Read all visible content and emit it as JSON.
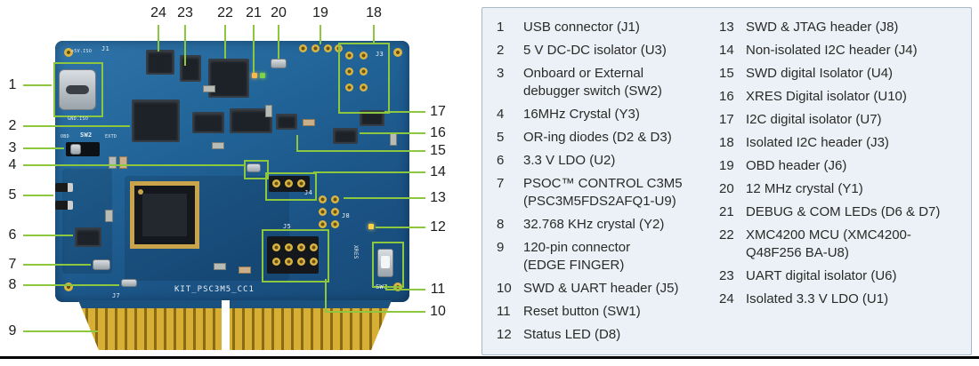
{
  "callouts": {
    "top": [
      "24",
      "23",
      "22",
      "21",
      "20",
      "19",
      "18"
    ],
    "left": [
      "1",
      "2",
      "3",
      "4",
      "5",
      "6",
      "7",
      "8",
      "9"
    ],
    "right": [
      "17",
      "16",
      "15",
      "14",
      "13",
      "12",
      "11",
      "10"
    ]
  },
  "board": {
    "silkscreen": {
      "j1": "J1",
      "plus5": "+5V.ISO",
      "gnd": "GND.ISO",
      "obd": "OBD",
      "sw2": "SW2",
      "extd": "EXTD",
      "j3": "J3",
      "j4": "J4",
      "j5": "J5",
      "j8": "J8",
      "j7": "J7",
      "xres": "XRES",
      "sw1": "SW1",
      "kit_name": "KIT_PSC3M5_CC1"
    }
  },
  "legend": {
    "column1": [
      {
        "num": "1",
        "text": "USB connector (J1)"
      },
      {
        "num": "2",
        "text": "5 V DC-DC isolator (U3)"
      },
      {
        "num": "3",
        "text": "Onboard or External debugger switch (SW2)"
      },
      {
        "num": "4",
        "text": "16MHz Crystal (Y3)"
      },
      {
        "num": "5",
        "text": "OR-ing diodes (D2 & D3)"
      },
      {
        "num": "6",
        "text": "3.3 V LDO (U2)"
      },
      {
        "num": "7",
        "text": "PSOC™ CONTROL C3M5 (PSC3M5FDS2AFQ1-U9)"
      },
      {
        "num": "8",
        "text": "32.768 KHz crystal (Y2)"
      },
      {
        "num": "9",
        "text": "120-pin connector (EDGE FINGER)"
      },
      {
        "num": "10",
        "text": "SWD & UART header (J5)"
      },
      {
        "num": "11",
        "text": "Reset button (SW1)"
      },
      {
        "num": "12",
        "text": "Status LED (D8)"
      }
    ],
    "column2": [
      {
        "num": "13",
        "text": "SWD & JTAG header (J8)"
      },
      {
        "num": "14",
        "text": "Non-isolated I2C header (J4)"
      },
      {
        "num": "15",
        "text": "SWD digital Isolator (U4)"
      },
      {
        "num": "16",
        "text": "XRES Digital isolator (U10)"
      },
      {
        "num": "17",
        "text": "I2C digital isolator (U7)"
      },
      {
        "num": "18",
        "text": "Isolated I2C header (J3)"
      },
      {
        "num": "19",
        "text": "OBD header (J6)"
      },
      {
        "num": "20",
        "text": "12 MHz crystal (Y1)"
      },
      {
        "num": "21",
        "text": "DEBUG & COM LEDs (D6 & D7)"
      },
      {
        "num": "22",
        "text": "XMC4200 MCU (XMC4200-Q48F256 BA-U8)"
      },
      {
        "num": "23",
        "text": "UART digital isolator (U6)"
      },
      {
        "num": "24",
        "text": "Isolated 3.3 V LDO (U1)"
      }
    ]
  },
  "colors": {
    "callout_green": "#8dc63f",
    "legend_bg": "#ebf1f6",
    "legend_border": "#a9bac6",
    "board_blue": "#1e5c90",
    "gold": "#d9b544"
  }
}
